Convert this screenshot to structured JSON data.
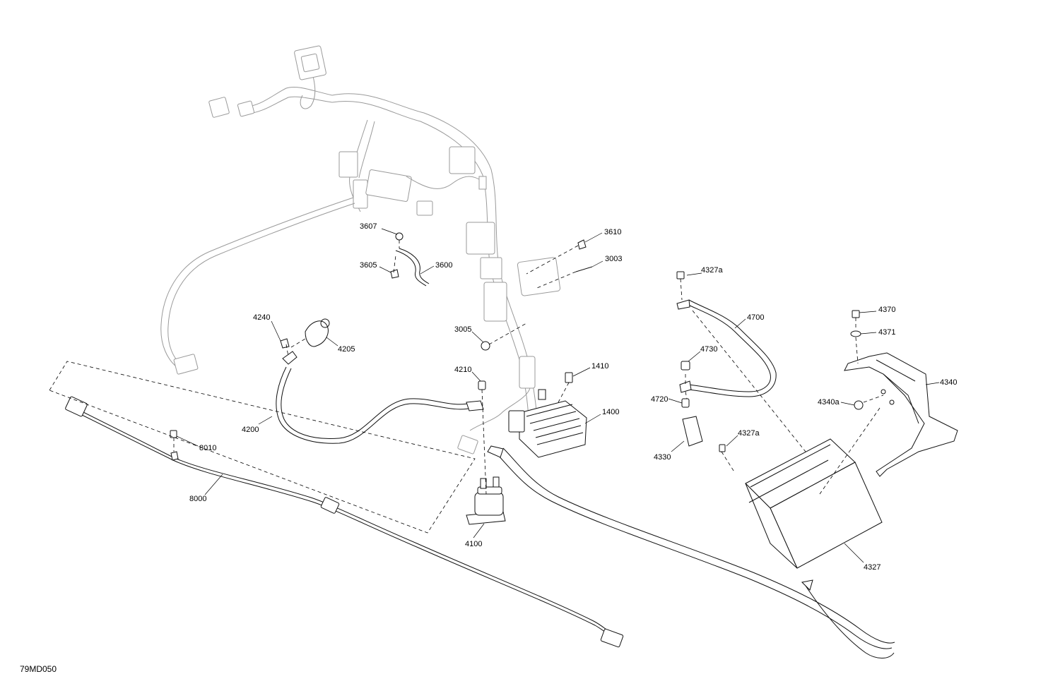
{
  "diagram": {
    "code": "79MD050",
    "parts": [
      {
        "id": "3607",
        "label": "3607"
      },
      {
        "id": "3610",
        "label": "3610"
      },
      {
        "id": "3605",
        "label": "3605"
      },
      {
        "id": "3600",
        "label": "3600"
      },
      {
        "id": "3003",
        "label": "3003"
      },
      {
        "id": "4327a_top",
        "label": "4327a"
      },
      {
        "id": "4240",
        "label": "4240"
      },
      {
        "id": "4205",
        "label": "4205"
      },
      {
        "id": "3005",
        "label": "3005"
      },
      {
        "id": "4700",
        "label": "4700"
      },
      {
        "id": "4370",
        "label": "4370"
      },
      {
        "id": "4371",
        "label": "4371"
      },
      {
        "id": "4730",
        "label": "4730"
      },
      {
        "id": "4210",
        "label": "4210"
      },
      {
        "id": "1410",
        "label": "1410"
      },
      {
        "id": "4340",
        "label": "4340"
      },
      {
        "id": "4720",
        "label": "4720"
      },
      {
        "id": "4340a",
        "label": "4340a"
      },
      {
        "id": "1400",
        "label": "1400"
      },
      {
        "id": "4200",
        "label": "4200"
      },
      {
        "id": "4327a_bottom",
        "label": "4327a"
      },
      {
        "id": "8010",
        "label": "8010"
      },
      {
        "id": "4330",
        "label": "4330"
      },
      {
        "id": "8000",
        "label": "8000"
      },
      {
        "id": "4100",
        "label": "4100"
      },
      {
        "id": "4327",
        "label": "4327"
      }
    ]
  }
}
